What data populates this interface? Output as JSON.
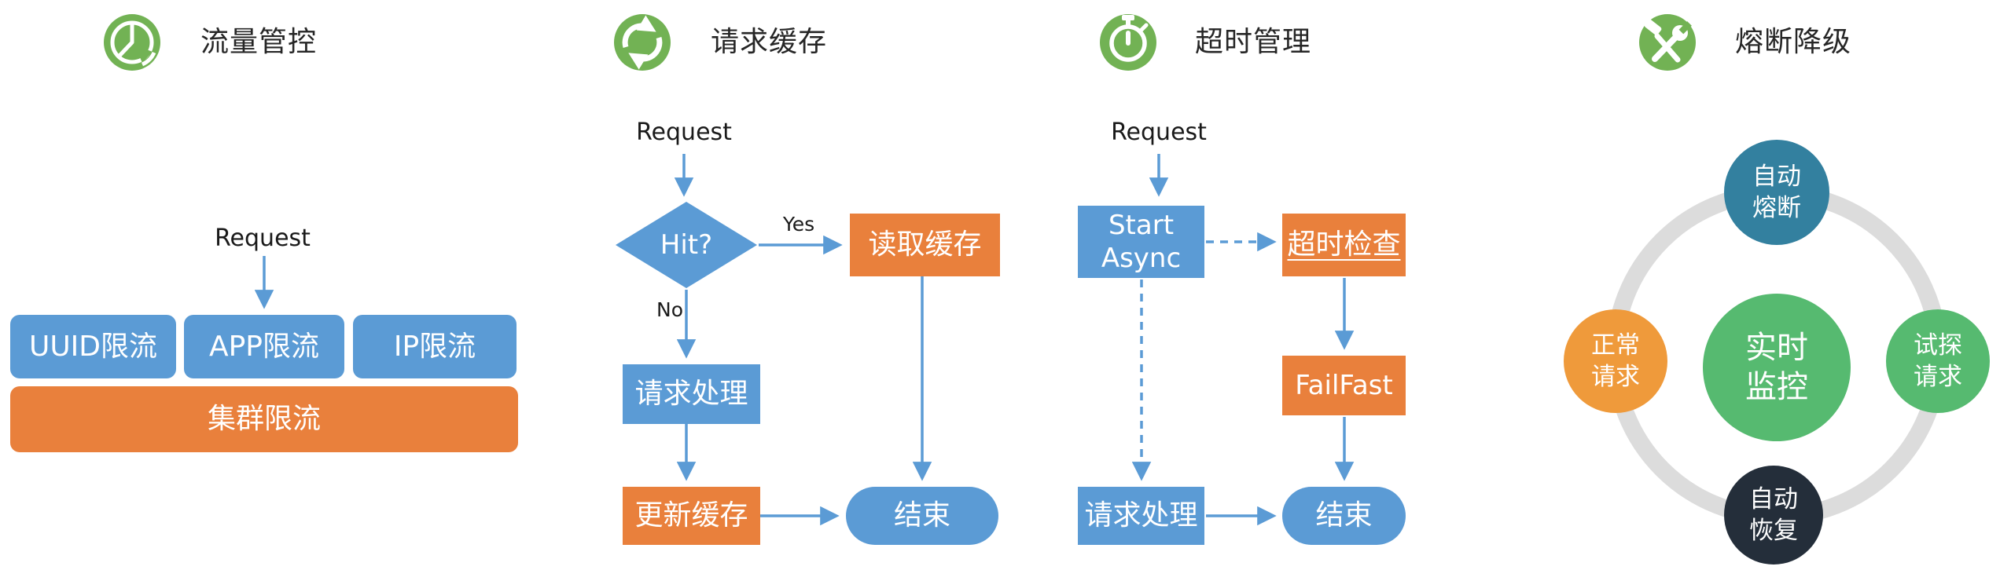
{
  "colors": {
    "flow_blue": "#5b9bd5",
    "flow_orange": "#e9803c",
    "icon_green": "#72b254",
    "ring_gray": "#dcdcdc",
    "circle_teal": "#33809f",
    "circle_green": "#56ba70",
    "circle_orange": "#ef9a3b",
    "circle_navy": "#242e3a"
  },
  "icons": {
    "traffic": "pie-chart-icon",
    "cache": "sync-icon",
    "timeout": "stopwatch-icon",
    "fuse": "tools-icon"
  },
  "panels": {
    "traffic": {
      "title": "流量管控",
      "request": "Request",
      "limit_uuid": "UUID限流",
      "limit_app": "APP限流",
      "limit_ip": "IP限流",
      "limit_cluster": "集群限流"
    },
    "cache": {
      "title": "请求缓存",
      "request": "Request",
      "hit": "Hit?",
      "yes": "Yes",
      "no": "No",
      "read_cache": "读取缓存",
      "process": "请求处理",
      "update_cache": "更新缓存",
      "end": "结束"
    },
    "timeout": {
      "title": "超时管理",
      "request": "Request",
      "start_line1": "Start",
      "start_line2": "Async",
      "check": "超时检查",
      "failfast": "FailFast",
      "process": "请求处理",
      "end": "结束"
    },
    "fuse": {
      "title": "熔断降级",
      "top_line1": "自动",
      "top_line2": "熔断",
      "left_line1": "正常",
      "left_line2": "请求",
      "center_line1": "实时",
      "center_line2": "监控",
      "right_line1": "试探",
      "right_line2": "请求",
      "bottom_line1": "自动",
      "bottom_line2": "恢复"
    }
  }
}
